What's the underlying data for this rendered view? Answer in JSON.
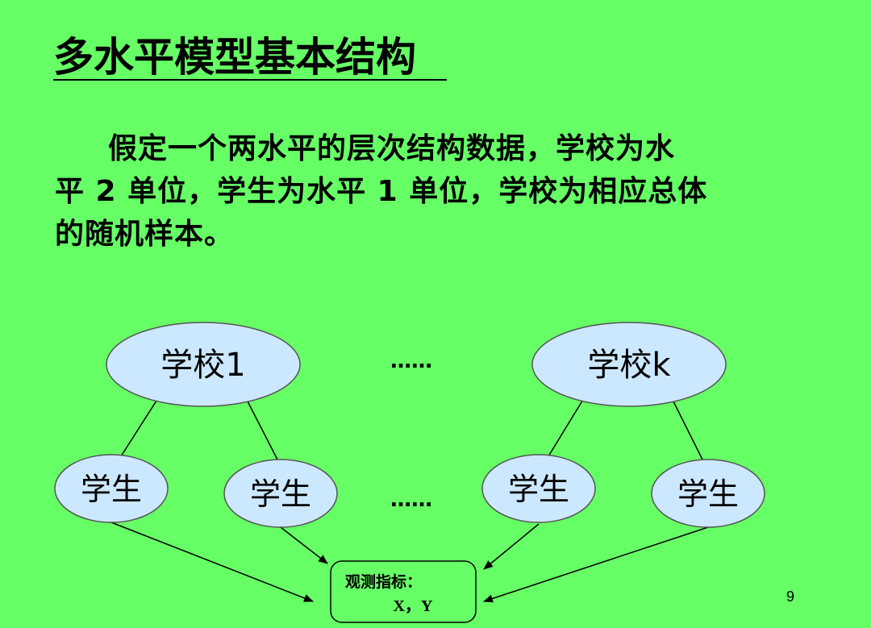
{
  "slide": {
    "title": "多水平模型基本结构",
    "paragraph_lines": [
      "假定一个两水平的层次结构数据，学校为水",
      "平 2 单位，学生为水平 1 单位，学校为相应总体",
      "的随机样本。"
    ],
    "page_number": "9"
  },
  "diagram": {
    "school_nodes": [
      "学校1",
      "学校k"
    ],
    "student_nodes": [
      "学生",
      "学生",
      "学生",
      "学生"
    ],
    "ellipsis_top": "……",
    "ellipsis_bottom": "……",
    "observation_box": {
      "label": "观测指标：",
      "variables": "X，Y"
    },
    "colors": {
      "background": "#66ff66",
      "node_fill": "#cce8ff",
      "node_stroke": "#555555",
      "box_fill": "#66ff66",
      "edge": "#000000"
    }
  }
}
